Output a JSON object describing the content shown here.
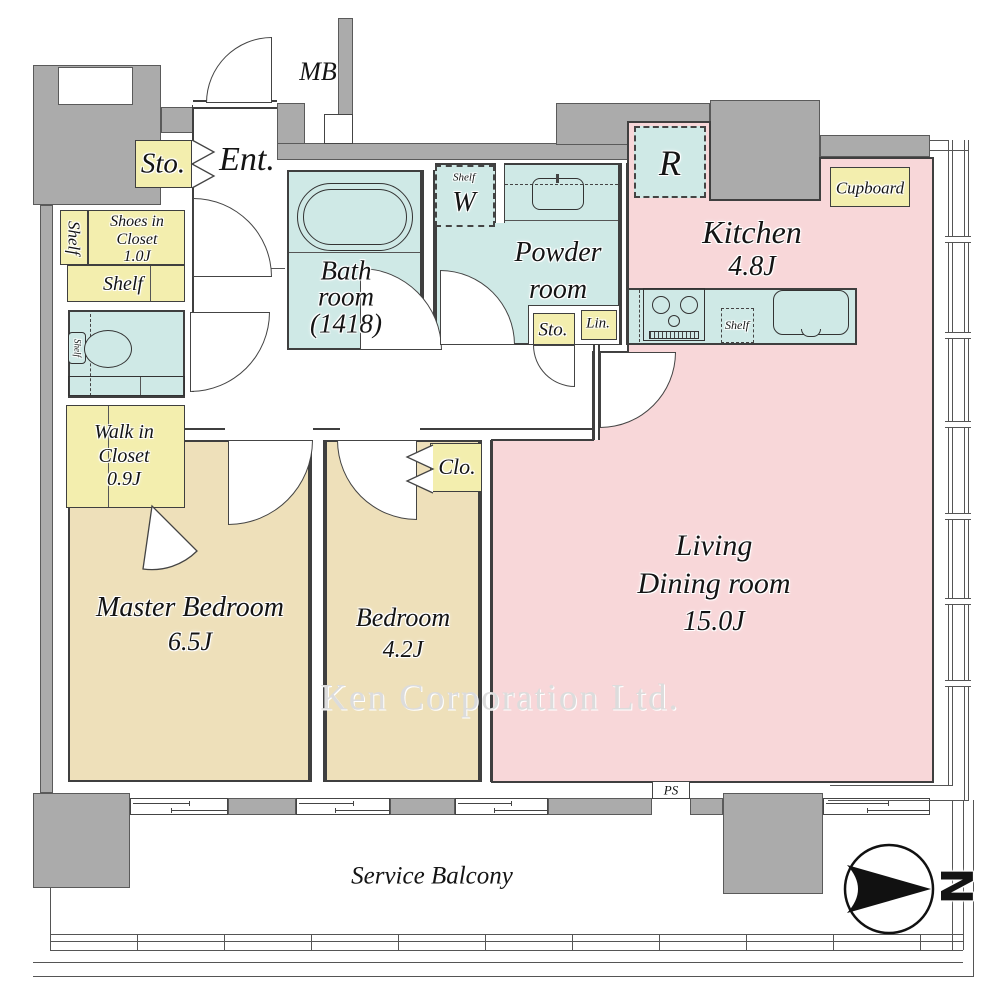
{
  "colors": {
    "wall_gray": "#ababab",
    "living_pink": "#f8d7d9",
    "bedroom_tan": "#eee0ba",
    "wet_area_teal": "#cfe9e6",
    "closet_yellow": "#f3eeae",
    "line": "#3f3f3f",
    "watermark_gray": "#dcdcdc"
  },
  "watermark": "Ken Corporation Ltd.",
  "compass": {
    "north_label": "N"
  },
  "areas": {
    "entrance": {
      "name": "Ent."
    },
    "meter_box": {
      "name": "MB"
    },
    "entry_storage": {
      "name": "Sto."
    },
    "shoes_closet": {
      "line1": "Shoes in",
      "line2": "Closet",
      "line3": "1.0J"
    },
    "entry_shelf_side": {
      "name": "Shelf"
    },
    "entry_shelf_lower": {
      "name": "Shelf"
    },
    "toilet": {
      "shelf_label": "Shelf"
    },
    "bathroom": {
      "line1": "Bath",
      "line2": "room",
      "line3": "(1418)"
    },
    "washer_space": {
      "shelf_label": "Shelf",
      "mark": "W"
    },
    "powder_room": {
      "line1": "Powder",
      "line2": "room"
    },
    "hall_storage": {
      "name": "Sto."
    },
    "linen_closet": {
      "name": "Lin."
    },
    "refrigerator_space": {
      "mark": "R"
    },
    "kitchen": {
      "name": "Kitchen",
      "size": "4.8J"
    },
    "cupboard": {
      "name": "Cupboard"
    },
    "kitchen_shelf": {
      "name": "Shelf"
    },
    "walk_in_closet": {
      "line1": "Walk in",
      "line2": "Closet",
      "line3": "0.9J"
    },
    "bedroom_closet": {
      "name": "Clo."
    },
    "master_bedroom": {
      "name": "Master Bedroom",
      "size": "6.5J"
    },
    "bedroom": {
      "name": "Bedroom",
      "size": "4.2J"
    },
    "living_dining": {
      "line1": "Living",
      "line2": "Dining room",
      "line3": "15.0J"
    },
    "pipe_space": {
      "name": "PS"
    },
    "service_balcony": {
      "name": "Service Balcony"
    }
  }
}
